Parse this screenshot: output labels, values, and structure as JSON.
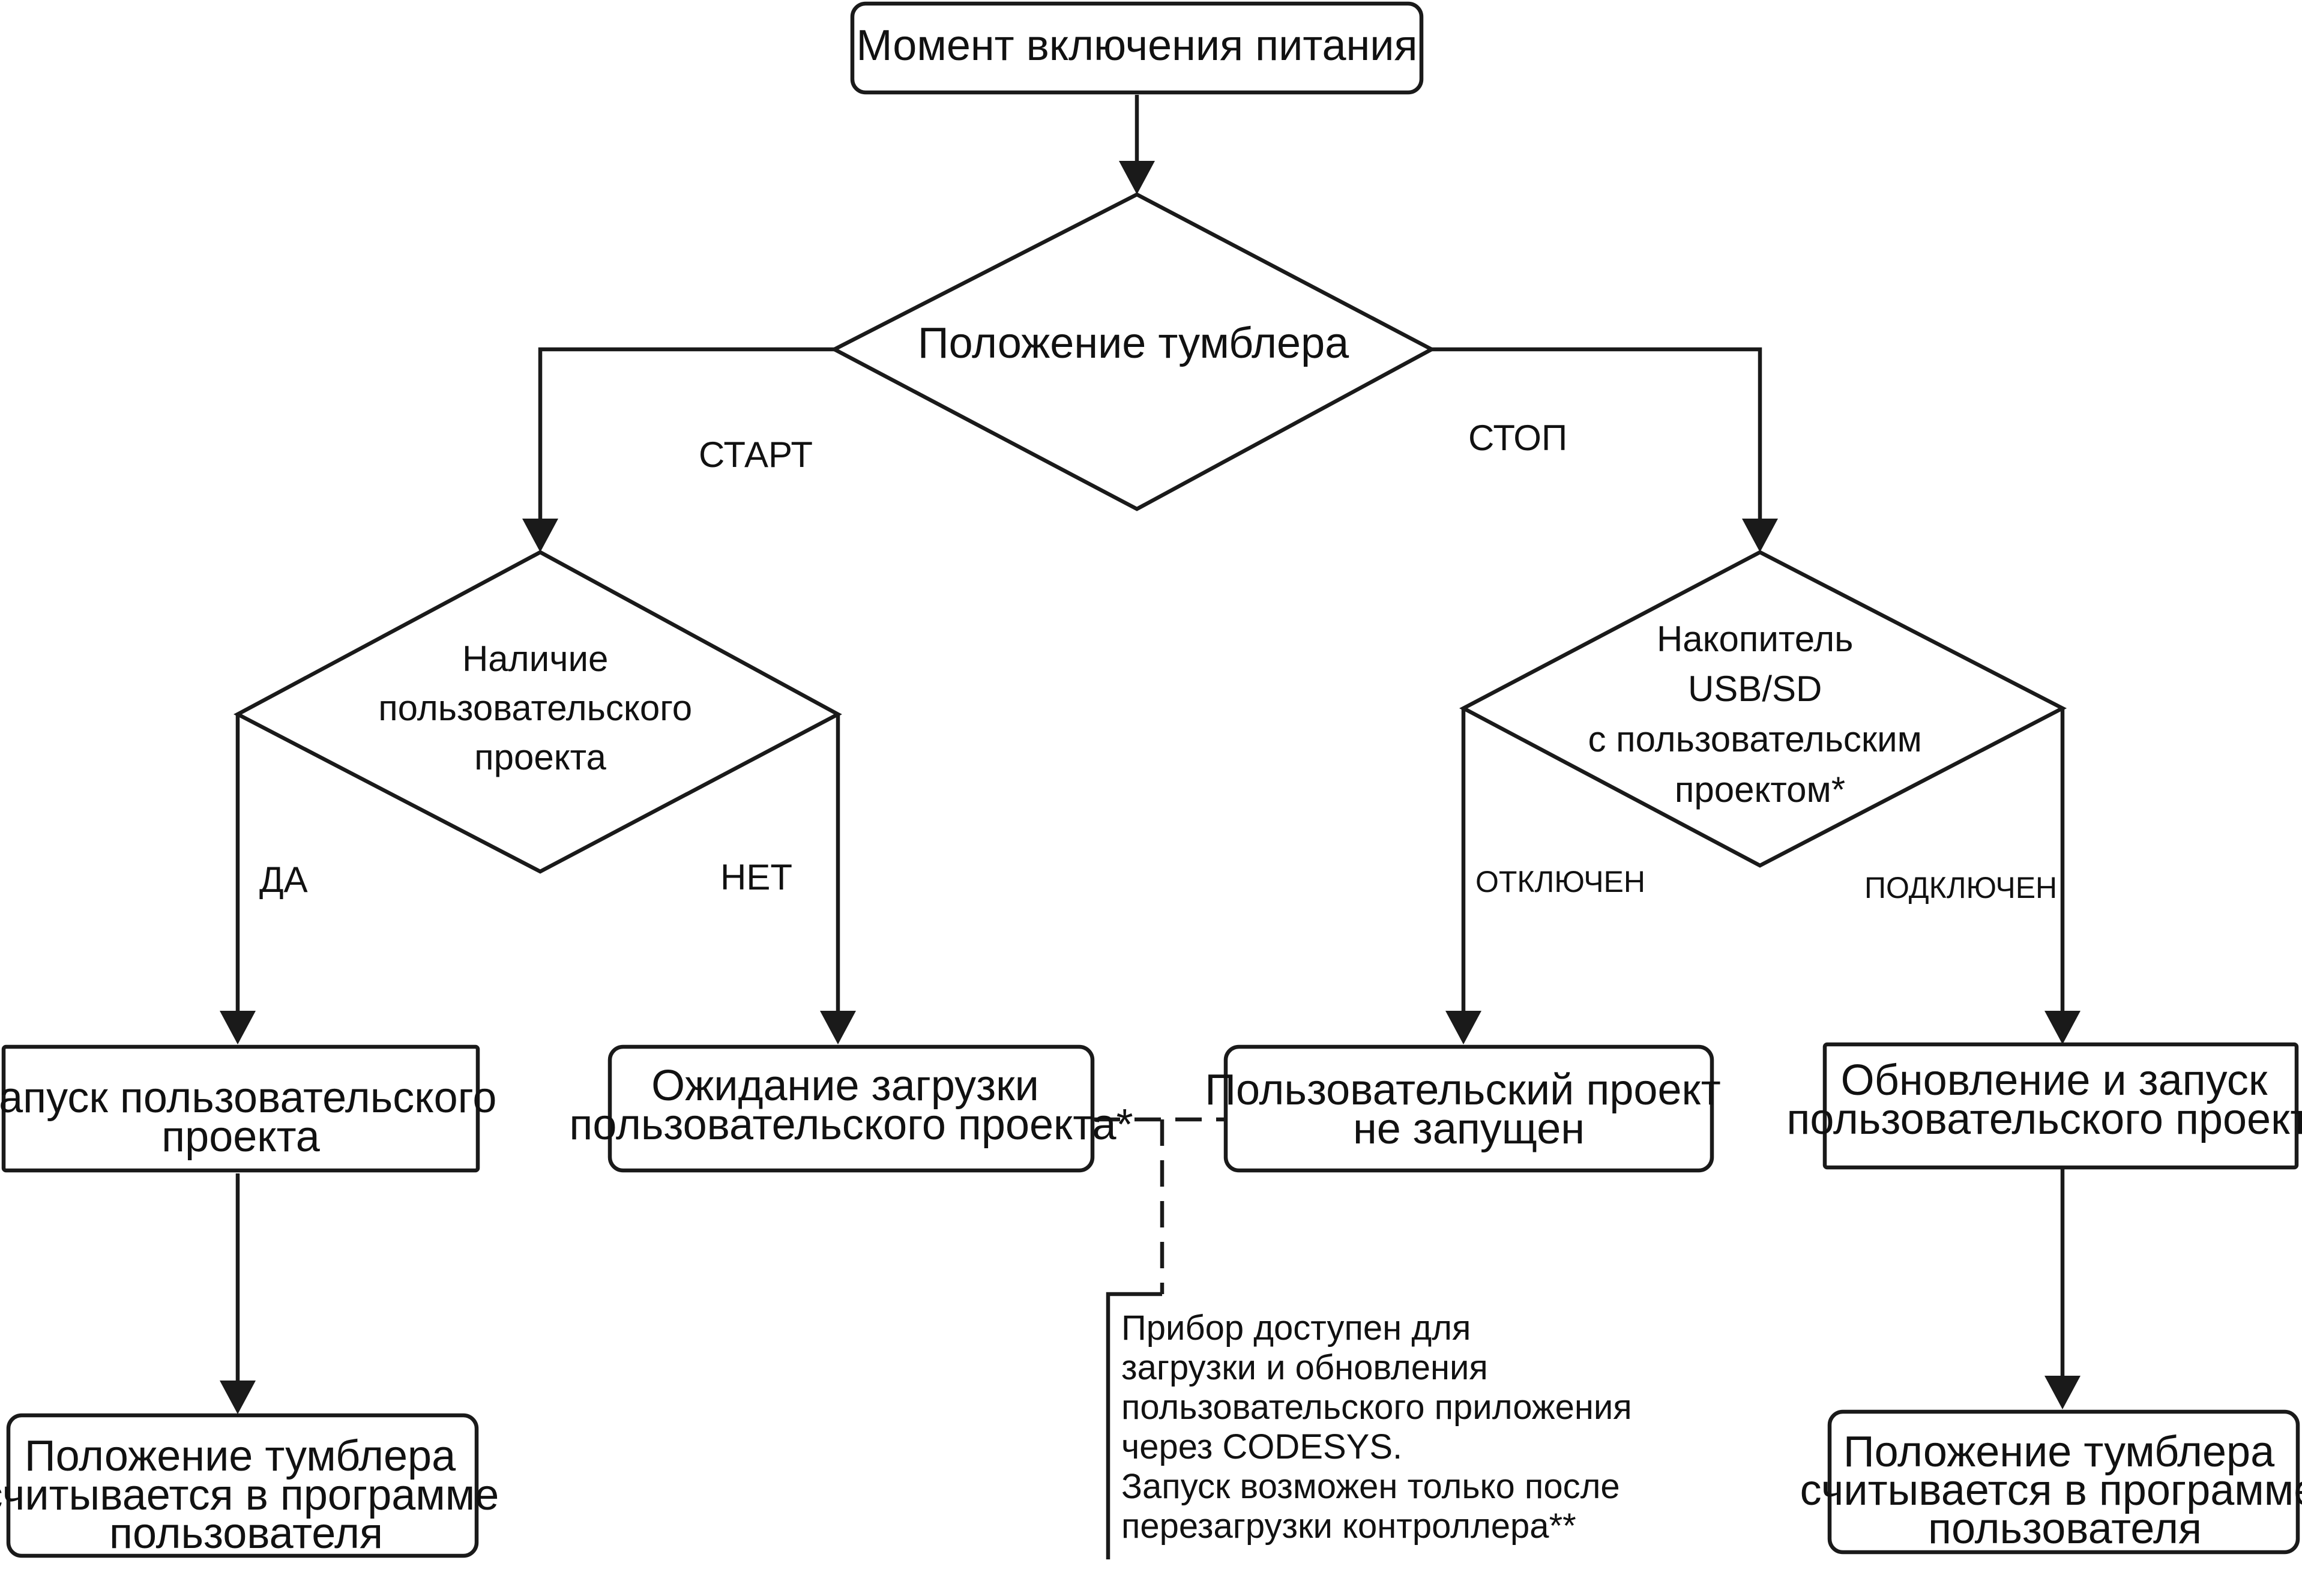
{
  "nodes": {
    "power_on": {
      "lines": [
        "Момент включения питания"
      ]
    },
    "switch_position": {
      "lines": [
        "Положение тумблера"
      ]
    },
    "user_project_present": {
      "lines": [
        "Наличие",
        "пользовательского",
        "проекта"
      ]
    },
    "usb_sd_storage": {
      "lines": [
        "Накопитель",
        "USB/SD",
        "с пользовательским",
        "проектом*"
      ]
    },
    "run_user_project": {
      "lines": [
        "Запуск пользовательского",
        "проекта"
      ]
    },
    "wait_project_upload": {
      "lines": [
        "Ожидание загрузки",
        "пользовательского проекта*"
      ]
    },
    "project_not_started": {
      "lines": [
        "Пользовательский проект",
        "не запущен"
      ]
    },
    "update_and_run": {
      "lines": [
        "Обновление и запуск",
        "пользовательского проекта"
      ]
    },
    "switch_read_left": {
      "lines": [
        "Положение тумблера",
        "считывается в программе",
        "пользователя"
      ]
    },
    "switch_read_right": {
      "lines": [
        "Положение тумблера",
        "считывается в программе",
        "пользователя"
      ]
    }
  },
  "edge_labels": {
    "start": "СТАРТ",
    "stop": "СТОП",
    "yes": "ДА",
    "no": "НЕТ",
    "disconnected": "ОТКЛЮЧЕН",
    "connected": "ПОДКЛЮЧЕН"
  },
  "note": {
    "lines": [
      "Прибор доступен для",
      "загрузки и обновления",
      "пользовательского приложения",
      "через CODESYS.",
      "Запуск возможен только после",
      "перезагрузки контроллера**"
    ]
  }
}
